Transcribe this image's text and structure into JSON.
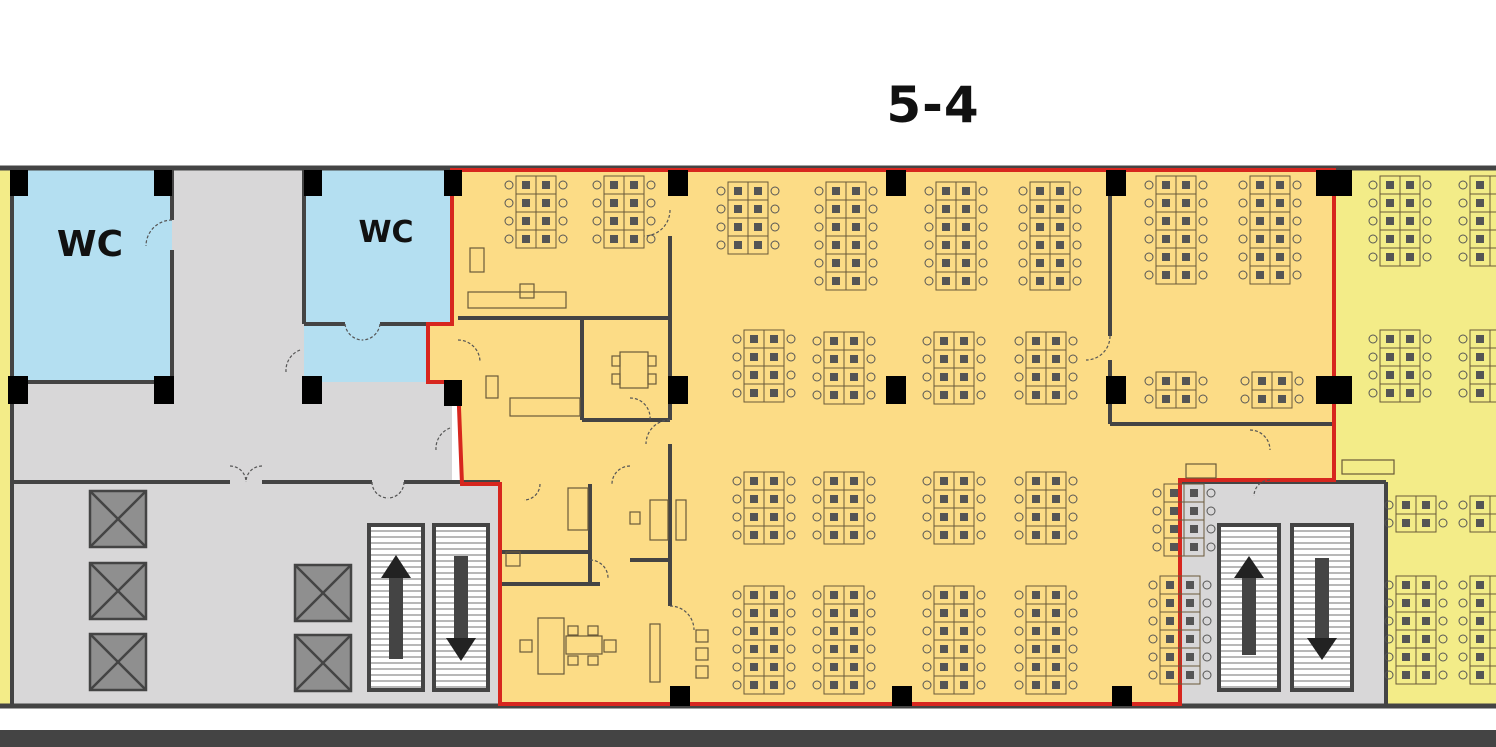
{
  "title": "5-4",
  "rooms": {
    "wc_left": {
      "label": "WC"
    },
    "wc_right": {
      "label": "WC"
    }
  },
  "colors": {
    "highlight_area": "#fcdc86",
    "neighbor_area": "#f3ec88",
    "corridor": "#d8d7d8",
    "restroom": "#b4dff1",
    "wall": "#444444",
    "highlight_border": "#d7261e",
    "column": "#000000",
    "elevator": "#8f8f8f"
  },
  "icons": [
    "escalator-up-icon",
    "escalator-down-icon",
    "elevator-icon",
    "desk-cluster-icon",
    "door-swing-icon"
  ]
}
